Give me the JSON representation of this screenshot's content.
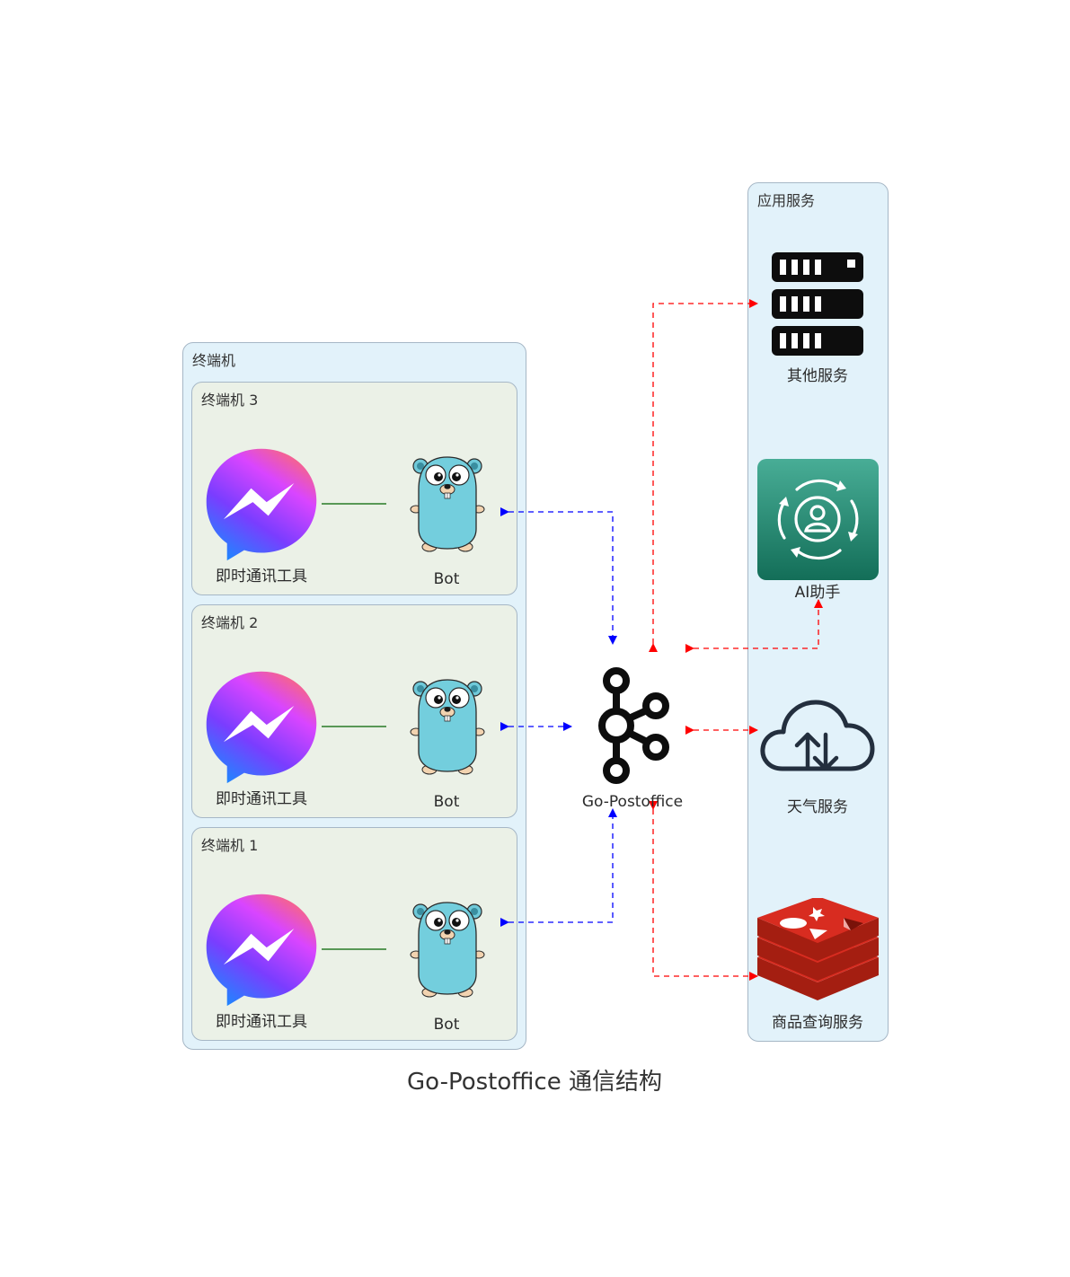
{
  "title": "Go-Postoffice 通信结构",
  "clusters": {
    "terminals": {
      "label": "终端机"
    },
    "terminal3": {
      "label": "终端机 3",
      "im_label": "即时通讯工具",
      "bot_label": "Bot"
    },
    "terminal2": {
      "label": "终端机 2",
      "im_label": "即时通讯工具",
      "bot_label": "Bot"
    },
    "terminal1": {
      "label": "终端机 1",
      "im_label": "即时通讯工具",
      "bot_label": "Bot"
    },
    "services": {
      "label": "应用服务"
    }
  },
  "hub": {
    "label": "Go-Postoffice",
    "icon": "kafka-icon"
  },
  "services": {
    "other": {
      "label": "其他服务",
      "icon": "server-rack-icon"
    },
    "ai": {
      "label": "AI助手",
      "icon": "ai-assistant-icon"
    },
    "weather": {
      "label": "天气服务",
      "icon": "cloud-sync-icon"
    },
    "product": {
      "label": "商品查询服务",
      "icon": "redis-icon"
    }
  },
  "icons": {
    "im": "messenger-icon",
    "bot": "gopher-icon"
  },
  "colors": {
    "outer_cluster_fill": "#e2f2fa",
    "inner_cluster_fill": "#ebf1e7",
    "bot_edge": "#0000ff",
    "service_edge": "#ff0000",
    "im_bot_link": "#006400"
  }
}
